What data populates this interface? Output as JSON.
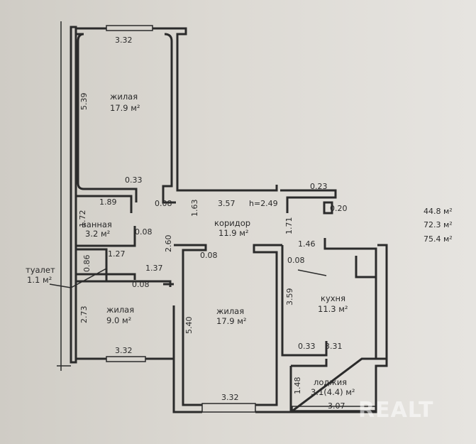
{
  "rooms": {
    "living_top": {
      "name": "жилая",
      "area": "17.9 м²"
    },
    "bathroom": {
      "name": "ванная",
      "area": "3.2 м²"
    },
    "toilet": {
      "name": "туалет",
      "area": "1.1 м²"
    },
    "living_bottom_left": {
      "name": "жилая",
      "area": "9.0 м²"
    },
    "corridor": {
      "name": "коридор",
      "area": "11.9 м²"
    },
    "living_bottom_mid": {
      "name": "жилая",
      "area": "17.9 м²"
    },
    "kitchen": {
      "name": "кухня",
      "area": "11.3 м²"
    },
    "loggia": {
      "name": "лоджия",
      "area": "3.1(4.4) м²"
    }
  },
  "dimensions": {
    "top_width": "3.32",
    "top_height": "5.39",
    "d033a": "0.33",
    "d189": "1.89",
    "d008a": "0.08",
    "d163": "1.63",
    "d357": "3.57",
    "ceiling": "h=2.49",
    "d023": "0.23",
    "d020": "0.20",
    "d172": "1.72",
    "d008b": "0.08",
    "d260": "2.60",
    "d008c": "0.08",
    "d171": "1.71",
    "d146": "1.46",
    "d008d": "0.08",
    "d086": "0.86",
    "d127": "1.27",
    "d137": "1.37",
    "d008e": "0.08",
    "d273": "2.73",
    "d540": "5.40",
    "d359": "3.59",
    "d332b": "3.32",
    "d033b": "0.33",
    "d331": "3.31",
    "d148": "1.48",
    "d307": "3.07",
    "d332c": "3.32"
  },
  "totals": [
    "44.8 м²",
    "72.3 м²",
    "75.4 м²"
  ],
  "watermark": "REALT"
}
